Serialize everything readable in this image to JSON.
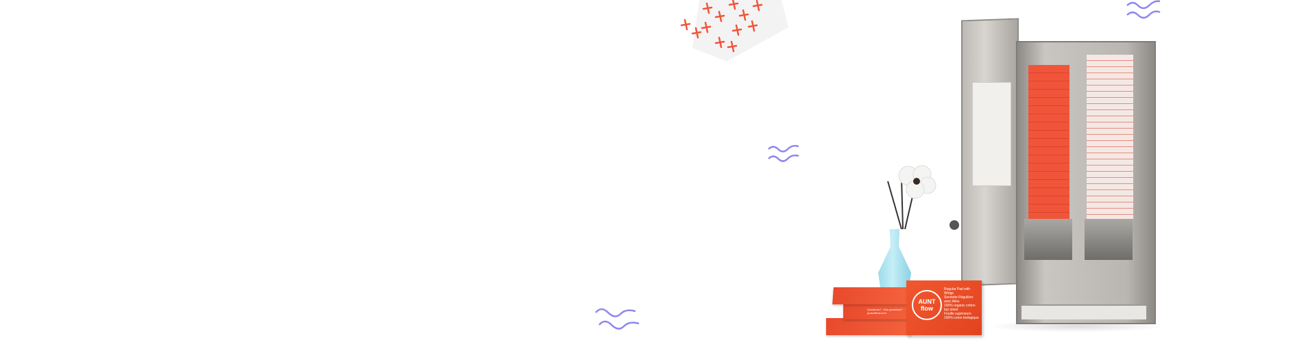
{
  "banner": {
    "accent_red": "#f0553a",
    "squiggle_color": "#8e87ee",
    "product": {
      "brand_logo": "AUNT flow",
      "box_front_text": [
        "Regular Pad with Wings",
        "Serviette Régulière avec Ailes",
        "100% organic cotton top sheet",
        "Feuille supérieure 100% coton biologique"
      ],
      "box_side_text": "Questions? · Des questions? goauntflow.com"
    }
  }
}
